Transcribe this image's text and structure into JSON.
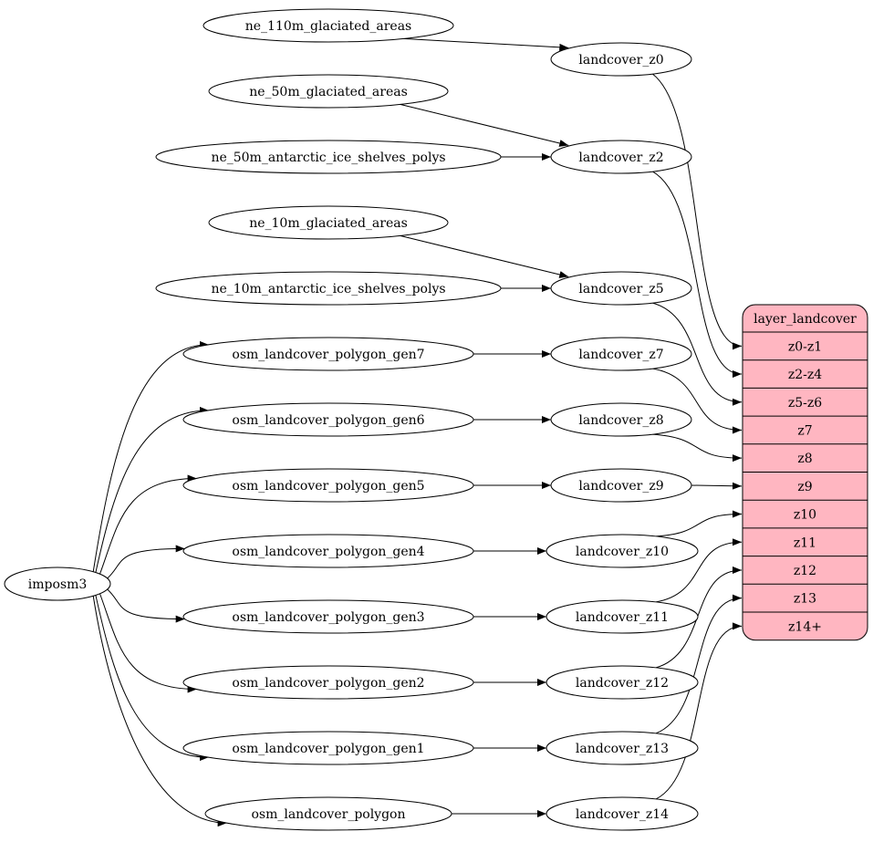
{
  "diagram": {
    "colors": {
      "record_fill": "#ffb6c1",
      "stroke": "#000000",
      "background": "#ffffff"
    },
    "nodes": [
      {
        "id": "ne_110m_glaciated_areas",
        "label": "ne_110m_glaciated_areas"
      },
      {
        "id": "ne_50m_glaciated_areas",
        "label": "ne_50m_glaciated_areas"
      },
      {
        "id": "ne_50m_antarctic_ice_shelves_polys",
        "label": "ne_50m_antarctic_ice_shelves_polys"
      },
      {
        "id": "ne_10m_glaciated_areas",
        "label": "ne_10m_glaciated_areas"
      },
      {
        "id": "ne_10m_antarctic_ice_shelves_polys",
        "label": "ne_10m_antarctic_ice_shelves_polys"
      },
      {
        "id": "osm_landcover_polygon_gen7",
        "label": "osm_landcover_polygon_gen7"
      },
      {
        "id": "osm_landcover_polygon_gen6",
        "label": "osm_landcover_polygon_gen6"
      },
      {
        "id": "osm_landcover_polygon_gen5",
        "label": "osm_landcover_polygon_gen5"
      },
      {
        "id": "osm_landcover_polygon_gen4",
        "label": "osm_landcover_polygon_gen4"
      },
      {
        "id": "osm_landcover_polygon_gen3",
        "label": "osm_landcover_polygon_gen3"
      },
      {
        "id": "osm_landcover_polygon_gen2",
        "label": "osm_landcover_polygon_gen2"
      },
      {
        "id": "osm_landcover_polygon_gen1",
        "label": "osm_landcover_polygon_gen1"
      },
      {
        "id": "osm_landcover_polygon",
        "label": "osm_landcover_polygon"
      },
      {
        "id": "imposm3",
        "label": "imposm3"
      },
      {
        "id": "landcover_z0",
        "label": "landcover_z0"
      },
      {
        "id": "landcover_z2",
        "label": "landcover_z2"
      },
      {
        "id": "landcover_z5",
        "label": "landcover_z5"
      },
      {
        "id": "landcover_z7",
        "label": "landcover_z7"
      },
      {
        "id": "landcover_z8",
        "label": "landcover_z8"
      },
      {
        "id": "landcover_z9",
        "label": "landcover_z9"
      },
      {
        "id": "landcover_z10",
        "label": "landcover_z10"
      },
      {
        "id": "landcover_z11",
        "label": "landcover_z11"
      },
      {
        "id": "landcover_z12",
        "label": "landcover_z12"
      },
      {
        "id": "landcover_z13",
        "label": "landcover_z13"
      },
      {
        "id": "landcover_z14",
        "label": "landcover_z14"
      }
    ],
    "record": {
      "id": "layer_landcover",
      "title": "layer_landcover",
      "ports": [
        "z0-z1",
        "z2-z4",
        "z5-z6",
        "z7",
        "z8",
        "z9",
        "z10",
        "z11",
        "z12",
        "z13",
        "z14+"
      ]
    },
    "edges": [
      {
        "from": "ne_110m_glaciated_areas",
        "to": "landcover_z0"
      },
      {
        "from": "ne_50m_glaciated_areas",
        "to": "landcover_z2"
      },
      {
        "from": "ne_50m_antarctic_ice_shelves_polys",
        "to": "landcover_z2"
      },
      {
        "from": "ne_10m_glaciated_areas",
        "to": "landcover_z5"
      },
      {
        "from": "ne_10m_antarctic_ice_shelves_polys",
        "to": "landcover_z5"
      },
      {
        "from": "imposm3",
        "to": "osm_landcover_polygon_gen7"
      },
      {
        "from": "imposm3",
        "to": "osm_landcover_polygon_gen6"
      },
      {
        "from": "imposm3",
        "to": "osm_landcover_polygon_gen5"
      },
      {
        "from": "imposm3",
        "to": "osm_landcover_polygon_gen4"
      },
      {
        "from": "imposm3",
        "to": "osm_landcover_polygon_gen3"
      },
      {
        "from": "imposm3",
        "to": "osm_landcover_polygon_gen2"
      },
      {
        "from": "imposm3",
        "to": "osm_landcover_polygon_gen1"
      },
      {
        "from": "imposm3",
        "to": "osm_landcover_polygon"
      },
      {
        "from": "osm_landcover_polygon_gen7",
        "to": "landcover_z7"
      },
      {
        "from": "osm_landcover_polygon_gen6",
        "to": "landcover_z8"
      },
      {
        "from": "osm_landcover_polygon_gen5",
        "to": "landcover_z9"
      },
      {
        "from": "osm_landcover_polygon_gen4",
        "to": "landcover_z10"
      },
      {
        "from": "osm_landcover_polygon_gen3",
        "to": "landcover_z11"
      },
      {
        "from": "osm_landcover_polygon_gen2",
        "to": "landcover_z12"
      },
      {
        "from": "osm_landcover_polygon_gen1",
        "to": "landcover_z13"
      },
      {
        "from": "osm_landcover_polygon",
        "to": "landcover_z14"
      },
      {
        "from": "landcover_z0",
        "to": "layer_landcover",
        "port": "z0-z1"
      },
      {
        "from": "landcover_z2",
        "to": "layer_landcover",
        "port": "z2-z4"
      },
      {
        "from": "landcover_z5",
        "to": "layer_landcover",
        "port": "z5-z6"
      },
      {
        "from": "landcover_z7",
        "to": "layer_landcover",
        "port": "z7"
      },
      {
        "from": "landcover_z8",
        "to": "layer_landcover",
        "port": "z8"
      },
      {
        "from": "landcover_z9",
        "to": "layer_landcover",
        "port": "z9"
      },
      {
        "from": "landcover_z10",
        "to": "layer_landcover",
        "port": "z10"
      },
      {
        "from": "landcover_z11",
        "to": "layer_landcover",
        "port": "z11"
      },
      {
        "from": "landcover_z12",
        "to": "layer_landcover",
        "port": "z12"
      },
      {
        "from": "landcover_z13",
        "to": "layer_landcover",
        "port": "z13"
      },
      {
        "from": "landcover_z14",
        "to": "layer_landcover",
        "port": "z14+"
      }
    ]
  }
}
